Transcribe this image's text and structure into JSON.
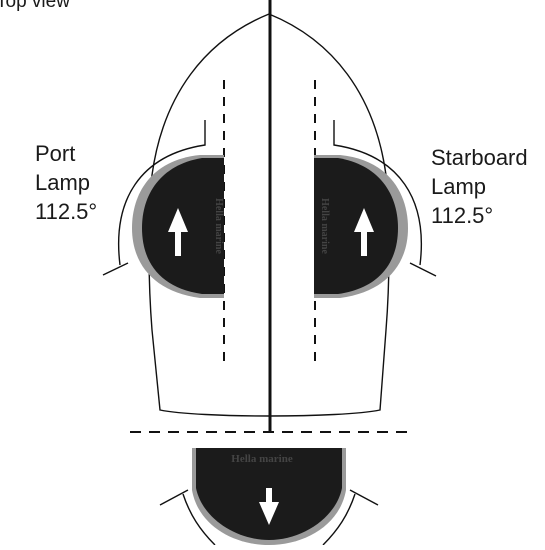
{
  "title": "Top view",
  "port_lamp": {
    "line1": "Port",
    "line2": "Lamp",
    "angle": "112.5°"
  },
  "starboard_lamp": {
    "line1": "Starboard",
    "line2": "Lamp",
    "angle": "112.5°"
  },
  "lamp_brand_text": "Hella marine",
  "colors": {
    "line": "#111111",
    "lamp_body": "#1b1b1b",
    "lamp_rim": "#9a9a9a",
    "arrow": "#ffffff"
  }
}
